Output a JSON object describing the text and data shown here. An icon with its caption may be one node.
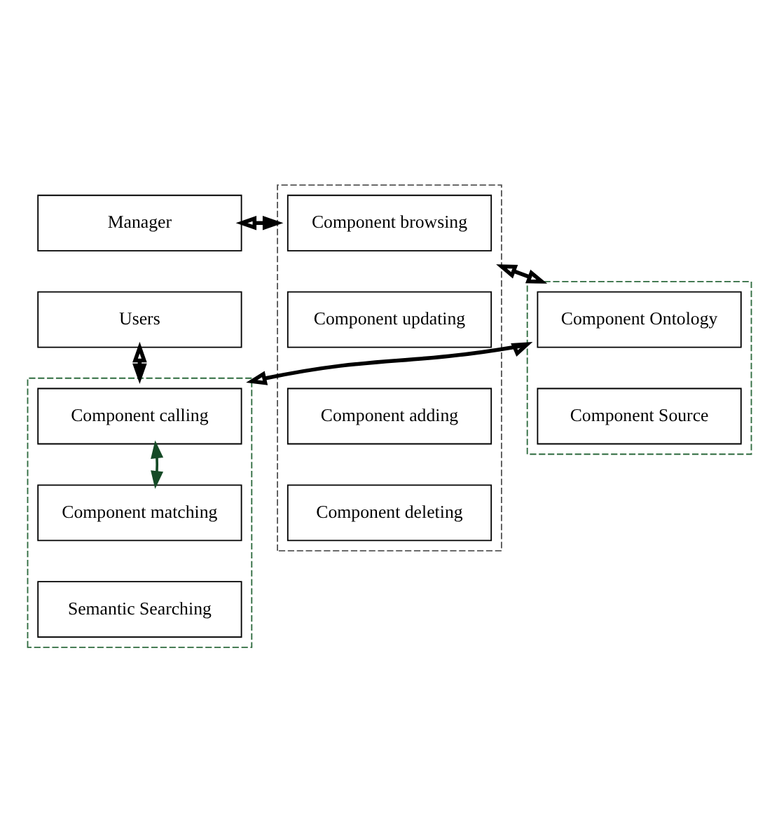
{
  "diagram": {
    "nodes": [
      {
        "text": [
          "Manager"
        ]
      },
      {
        "text": [],
        "shape": "box"
      },
      {
        "text": [
          "Component browsing"
        ],
        "in": 1
      },
      {
        "text": [
          "Component updating"
        ],
        "in": 1
      },
      {
        "text": [
          "Component adding"
        ],
        "in": 1
      },
      {
        "text": [
          "Component deleting"
        ],
        "in": 1
      },
      {
        "text": [
          "Users"
        ]
      },
      {
        "text": [],
        "shape": "box"
      },
      {
        "text": [
          "Component calling"
        ],
        "in": 7
      },
      {
        "text": [
          "Component matching"
        ],
        "in": 7
      },
      {
        "text": [
          "Semantic Searching"
        ],
        "in": 7
      },
      {
        "text": [],
        "shape": "box"
      },
      {
        "text": [
          "Component Ontology"
        ],
        "in": 11
      },
      {
        "text": [
          "Component Source"
        ],
        "in": 11
      }
    ],
    "edges": [
      {
        "from": 0,
        "to": 1,
        "arrow": "both"
      },
      {
        "from": 6,
        "to": 7,
        "arrow": "both"
      },
      {
        "from": 1,
        "to": 11,
        "arrow": "both"
      },
      {
        "from": 8,
        "to": 9,
        "arrow": "both",
        "color": "#154a26"
      },
      {
        "from": 7,
        "to": 11,
        "arrow": "both"
      }
    ]
  }
}
